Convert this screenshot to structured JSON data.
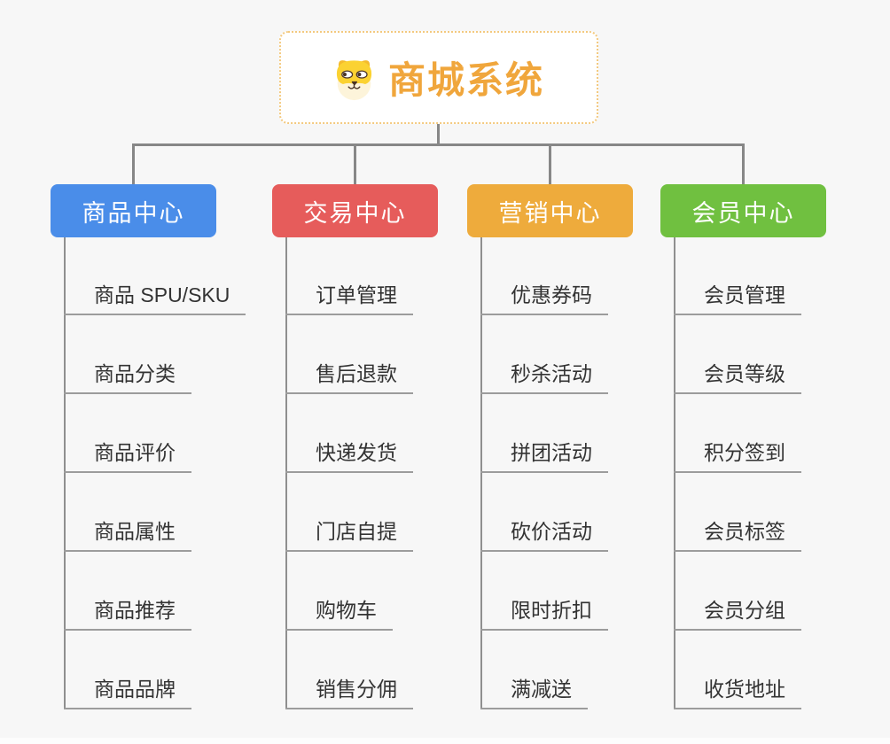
{
  "page": {
    "background_color": "#f7f7f7",
    "connector_color": "#878787"
  },
  "root": {
    "title": "商城系统",
    "icon": "doge-face-icon",
    "title_color": "#f0a63c",
    "border_color": "#f3c97f"
  },
  "branches": [
    {
      "id": "product-center",
      "label": "商品中心",
      "color": "#4a8de9",
      "items": [
        "商品 SPU/SKU",
        "商品分类",
        "商品评价",
        "商品属性",
        "商品推荐",
        "商品品牌"
      ]
    },
    {
      "id": "trade-center",
      "label": "交易中心",
      "color": "#e65c5b",
      "items": [
        "订单管理",
        "售后退款",
        "快递发货",
        "门店自提",
        "购物车",
        "销售分佣"
      ]
    },
    {
      "id": "marketing-center",
      "label": "营销中心",
      "color": "#eeab3c",
      "items": [
        "优惠券码",
        "秒杀活动",
        "拼团活动",
        "砍价活动",
        "限时折扣",
        "满减送"
      ]
    },
    {
      "id": "member-center",
      "label": "会员中心",
      "color": "#70c040",
      "items": [
        "会员管理",
        "会员等级",
        "积分签到",
        "会员标签",
        "会员分组",
        "收货地址"
      ]
    }
  ]
}
